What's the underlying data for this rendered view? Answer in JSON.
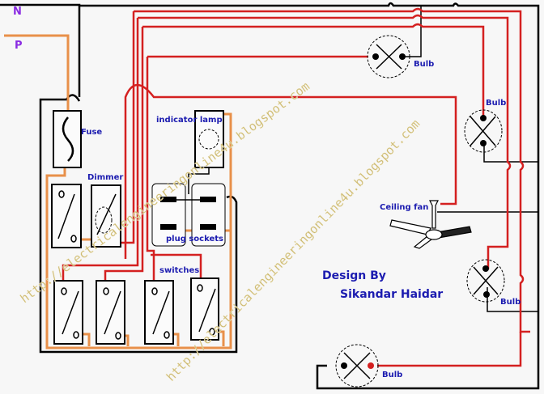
{
  "labels": {
    "neutral": "N",
    "phase": "P",
    "fuse": "Fuse",
    "dimmer": "Dimmer",
    "indicator_lamp": "indicator lamp",
    "plug_sockets": "plug sockets",
    "switches": "switches",
    "bulb_top": "Bulb",
    "bulb_right_upper": "Bulb",
    "bulb_right_lower": "Bulb",
    "bulb_bottom": "Bulb",
    "ceiling_fan": "Ceiling fan"
  },
  "credit": {
    "line1": "Design By",
    "line2": "Sikandar Haidar"
  },
  "watermark": {
    "text": "http://electricalengineeringonline4u.blogspot.com"
  },
  "colors": {
    "neutral_wire": "#000000",
    "phase_wire": "#e8904a",
    "switched_wire": "#d42020",
    "label_text": "#1c1cb0",
    "np_label": "#8a2be2",
    "watermark": "#c8b46a"
  }
}
